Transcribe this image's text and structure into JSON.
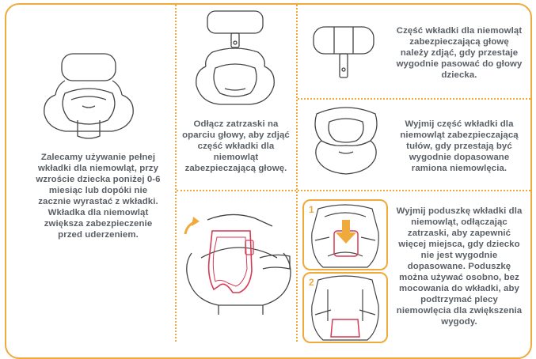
{
  "panels": {
    "left": "Zalecamy używanie pełnej wkładki dla niemowląt, przy wzroście dziecka poniżej 0-6 miesiąc lub dopóki nie zacznie wyrastać z wkładki. Wkładka dla niemowląt zwiększa zabezpieczenie przed uderzeniem.",
    "middle": "Odłącz zatrzaski na oparciu głowy, aby zdjąć część wkładki dla niemowląt zabezpieczającą głowę.",
    "right_top": "Część wkładki dla niemowląt zabezpieczającą głowę należy zdjąć, gdy przestaje wygodnie pasować do głowy dziecka.",
    "right_middle": "Wyjmij część wkładki dla niemowląt zabezpieczającą tułów, gdy przestają być wygodnie dopasowane ramiona niemowlęcia.",
    "right_bottom": "Wyjmij poduszkę wkładki dla niemowląt, odłączając zatrzaski, aby zapewnić więcej miejsca, gdy dziecko nie jest wygodnie dopasowane. Poduszkę można używać osobno, bez mocowania do wkładki, aby podtrzymać plecy niemowlęcia dla zwiększenia wygody."
  },
  "steps": [
    "1",
    "2"
  ],
  "colors": {
    "accent": "#f0a93b",
    "highlight": "#d63a55",
    "text": "#5a5f66"
  }
}
